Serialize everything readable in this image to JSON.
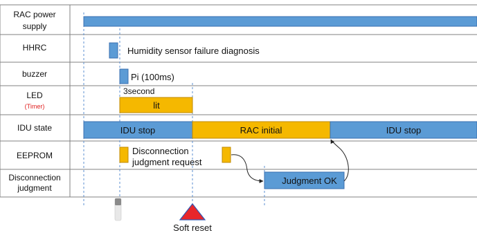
{
  "rows": [
    {
      "label": [
        "RAC power",
        "supply"
      ]
    },
    {
      "label": [
        "HHRC"
      ]
    },
    {
      "label": [
        "buzzer"
      ]
    },
    {
      "label": [
        "LED"
      ],
      "sublabel": "(Timer)"
    },
    {
      "label": [
        "IDU state"
      ]
    },
    {
      "label": [
        "EEPROM"
      ]
    },
    {
      "label": [
        "Disconnection",
        "judgment"
      ]
    }
  ],
  "notes": {
    "hhrc": "Humidity sensor failure diagnosis",
    "buzzer": "Pi (100ms)",
    "led_duration": "3second",
    "led_state": "lit",
    "eeprom": [
      "Disconnection",
      "judgment request"
    ],
    "soft_reset": "Soft reset"
  },
  "idu_states": [
    "IDU stop",
    "RAC initial",
    "IDU stop"
  ],
  "judgment": "Judgment OK",
  "colors": {
    "blue": "#5b9bd5",
    "blue_border": "#3a6fb0",
    "orange": "#f5b800",
    "orange_border": "#c08a00",
    "triangle": "#e8262a",
    "triangle_border": "#2f58b5",
    "grid": "#808080"
  }
}
